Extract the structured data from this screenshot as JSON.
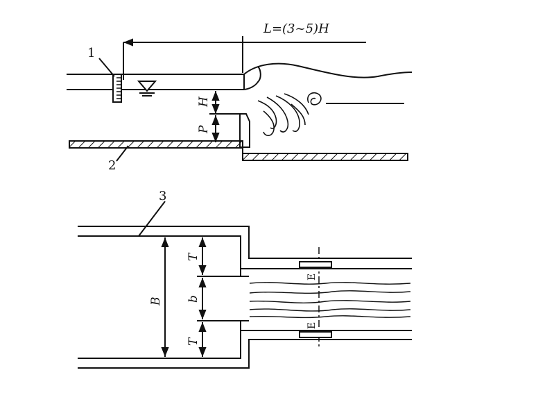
{
  "labels": {
    "length_formula": "L=(3~5)H",
    "part_1": "1",
    "part_2": "2",
    "part_3": "3",
    "head": "H",
    "weir_height": "P",
    "channel_width": "B",
    "weir_width": "b",
    "side_top": "T",
    "side_bottom": "T"
  }
}
